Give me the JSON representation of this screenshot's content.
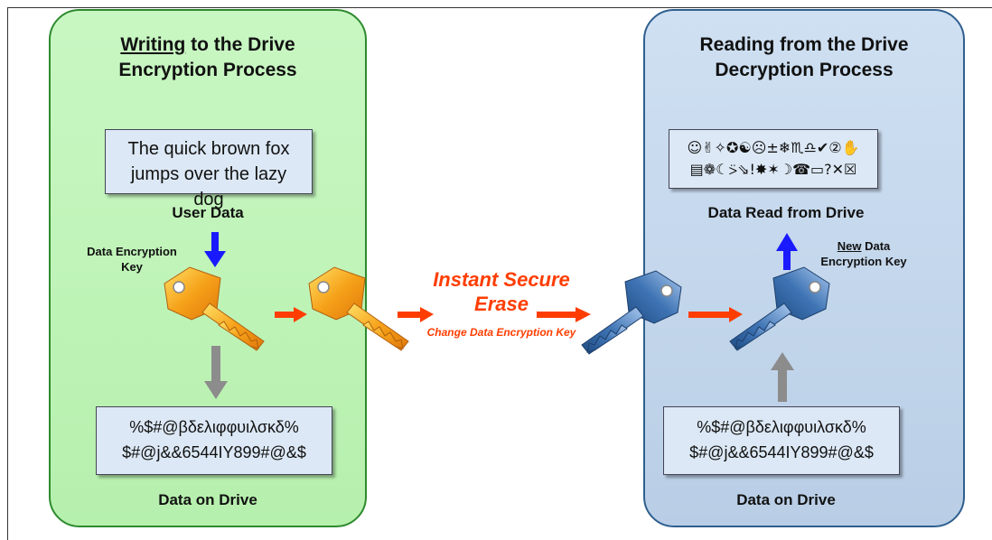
{
  "left_panel": {
    "title_line1_underlined": "Writing",
    "title_line1_rest": " to the Drive",
    "title_line2": "Encryption Process",
    "user_text": "The quick brown fox jumps over the lazy dog",
    "user_data_label": "User Data",
    "key_label": "Data Encryption Key",
    "encrypted_line1": "%$#@βδελιφφυιλσκδ%",
    "encrypted_line2": "$#@j&&6544IY899#@&$",
    "bottom_label": "Data on Drive"
  },
  "middle": {
    "title": "Instant Secure Erase",
    "subtitle": "Change Data Encryption Key"
  },
  "right_panel": {
    "title_line1": "Reading from the Drive",
    "title_line2": "Decryption Process",
    "garbled_line1": "☺✌✧✪☯☹±❄♏♎✔②✋",
    "garbled_line2": "▤❁☾⍩⇘!✸✶☽☎▭?✕☒",
    "read_label": "Data Read from Drive",
    "new_key_underlined": "New",
    "new_key_rest": " Data Encryption Key",
    "encrypted_line1": "%$#@βδελιφφυιλσκδ%",
    "encrypted_line2": "$#@j&&6544IY899#@&$",
    "bottom_label": "Data on Drive"
  },
  "colors": {
    "left_panel_bg": "#c2f5bb",
    "right_panel_bg": "#c3d6ec",
    "arrow_red": "#ff3d00",
    "arrow_blue": "#1a1aff",
    "arrow_gray": "#8c8c8c",
    "key_orange": "#f6a21a",
    "key_blue": "#3f74b4"
  }
}
